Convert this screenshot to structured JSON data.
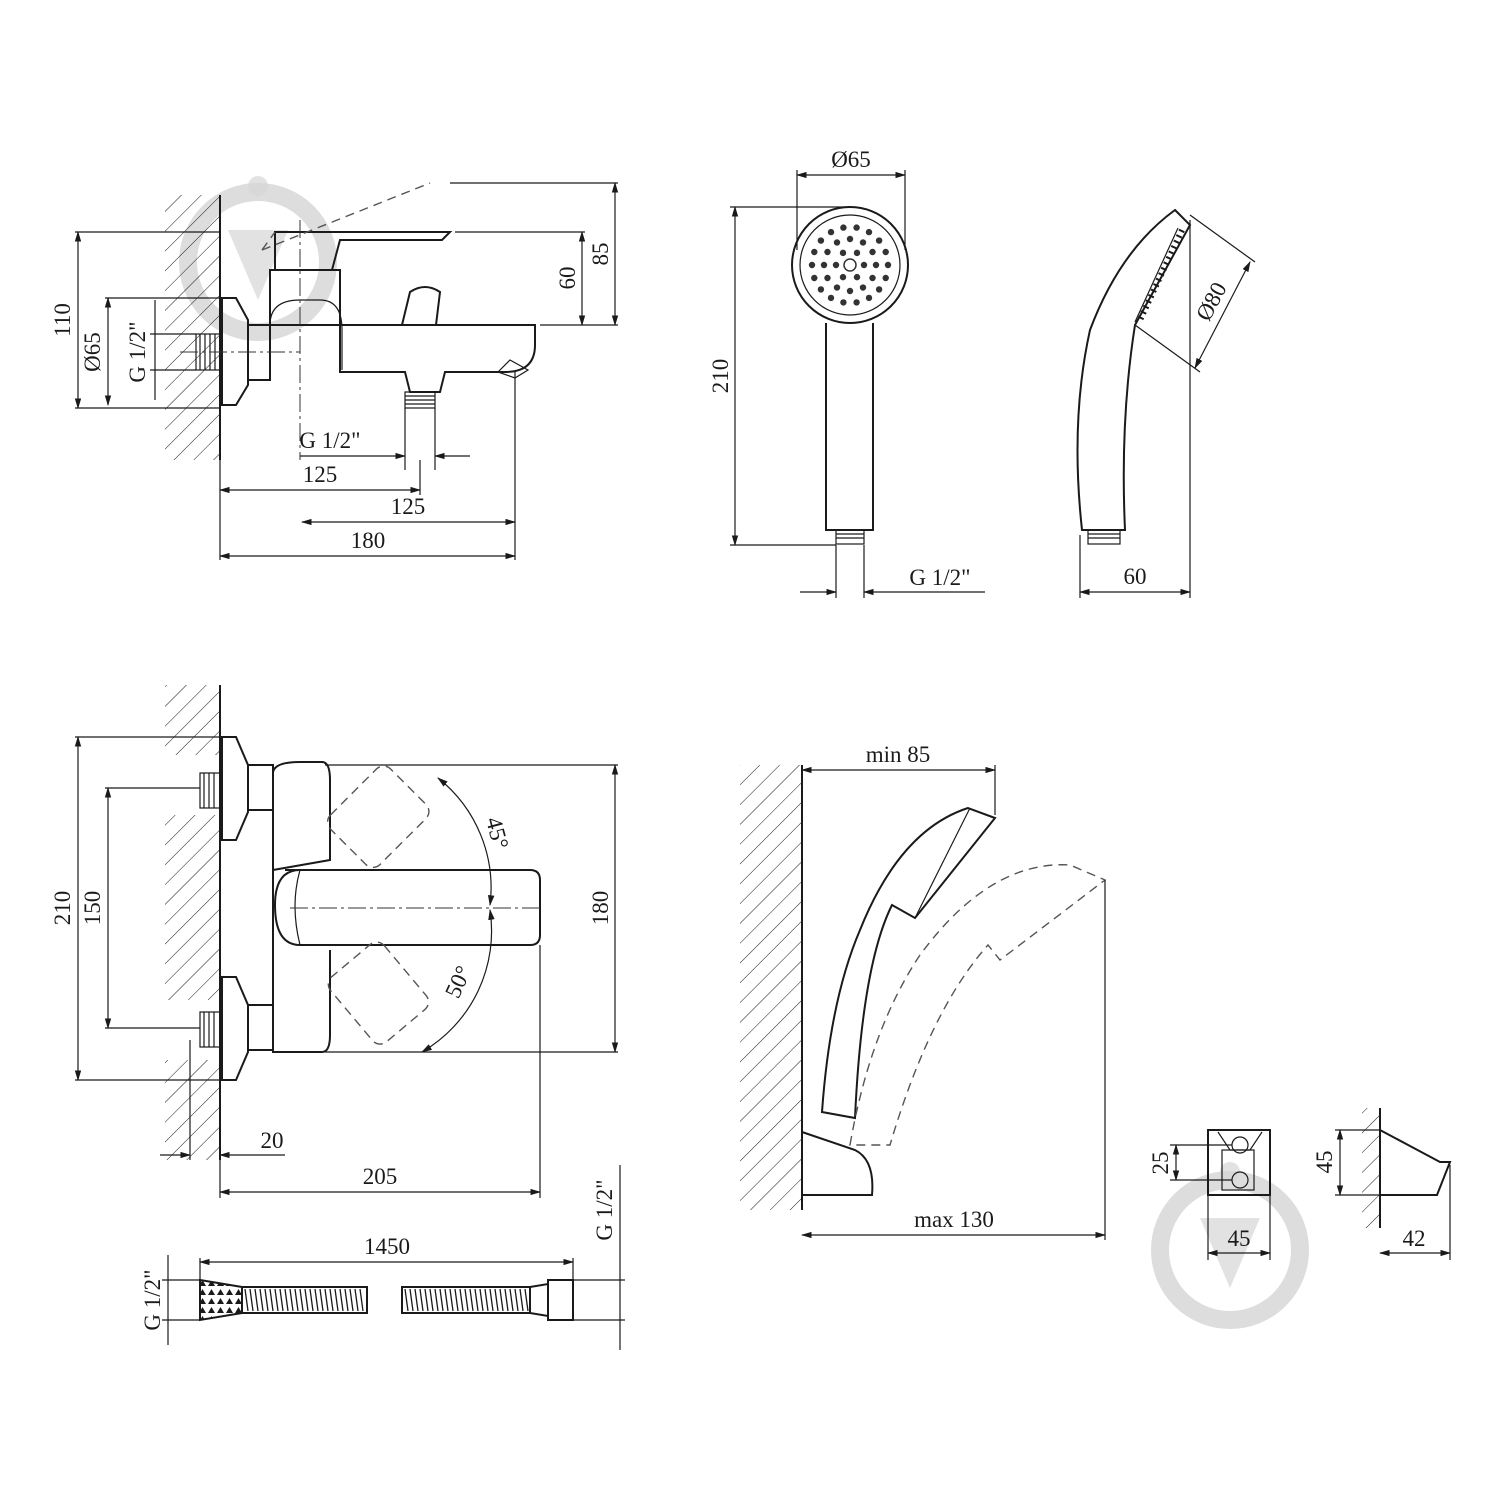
{
  "watermark": {
    "color": "#d0d0d0",
    "shape": "circle-arrow-logo"
  },
  "views": {
    "mixer_side": {
      "wall_thread": "G 1/2\"",
      "flange_diameter": "Ø65",
      "height_overall": "110",
      "lever_height_a": "60",
      "lever_height_b": "85",
      "outlet_thread": "G 1/2\"",
      "dim_125_a": "125",
      "dim_125_b": "125",
      "dim_180": "180"
    },
    "hand_shower_front": {
      "head_diameter": "Ø65",
      "length": "210",
      "thread": "G 1/2\""
    },
    "hand_shower_side": {
      "head_diameter": "Ø80",
      "width": "60"
    },
    "mixer_top": {
      "height": "210",
      "inlet_spacing": "150",
      "body_height": "180",
      "angle_up": "45°",
      "angle_down": "50°",
      "eccentric": "20",
      "projection": "205"
    },
    "holder_mount": {
      "min_distance": "min 85",
      "max_distance": "max 130"
    },
    "holder_parts": {
      "front_height": "25",
      "front_width": "45",
      "side_height": "45",
      "side_depth": "42"
    },
    "hose": {
      "length": "1450",
      "thread_left": "G 1/2\"",
      "thread_right": "G 1/2\""
    }
  }
}
